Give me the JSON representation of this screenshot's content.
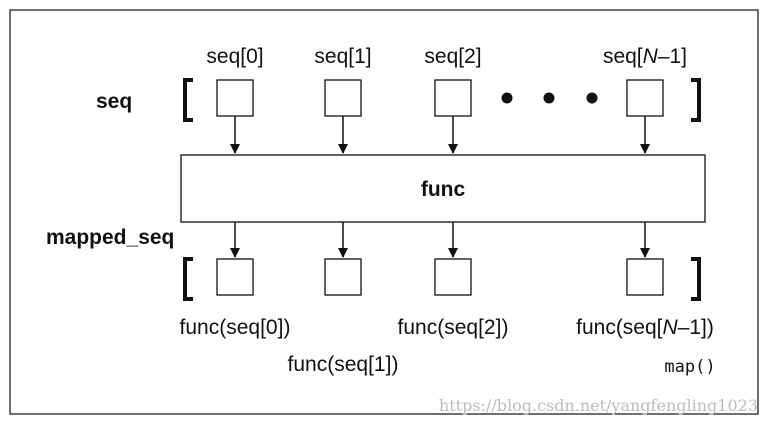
{
  "labels": {
    "seq": "seq",
    "mapped_seq": "mapped_seq",
    "func": "func",
    "map": "map()",
    "watermark": "https://blog.csdn.net/yangfengling1023"
  },
  "input_items": [
    {
      "pre": "seq[0]",
      "ital": "",
      "post": ""
    },
    {
      "pre": "seq[1]",
      "ital": "",
      "post": ""
    },
    {
      "pre": "seq[2]",
      "ital": "",
      "post": ""
    },
    {
      "pre": "seq[",
      "ital": "N",
      "post": "–1]"
    }
  ],
  "output_items": [
    {
      "pre": "func(seq[0])",
      "ital": "",
      "post": ""
    },
    {
      "pre": "func(seq[1])",
      "ital": "",
      "post": ""
    },
    {
      "pre": "func(seq[2])",
      "ital": "",
      "post": ""
    },
    {
      "pre": "func(seq[",
      "ital": "N",
      "post": "–1])"
    }
  ],
  "colors": {
    "border": "#111111",
    "watermark": "#bdbdbd"
  }
}
